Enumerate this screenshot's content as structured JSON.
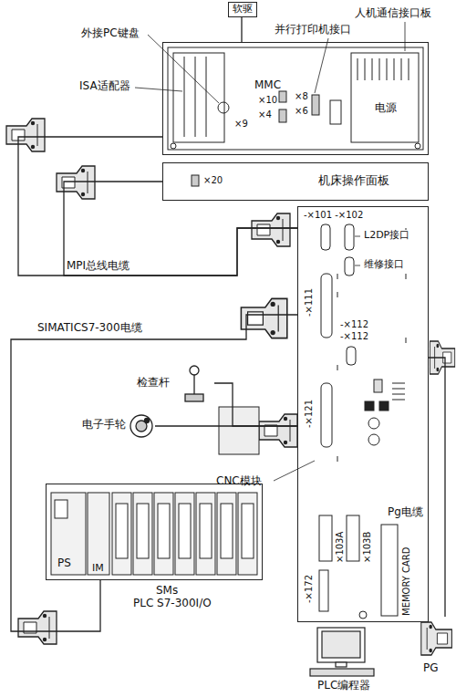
{
  "diagram": {
    "nodes": [
      {
        "text": [
          "软驱"
        ]
      },
      {
        "text": [
          "MMC"
        ]
      },
      {
        "text": [
          "机床操作面板"
        ]
      },
      {
        "text": [
          "CNC模块"
        ]
      },
      {
        "text": [
          "PS",
          "IM",
          "SMs",
          "PLC S7-300I/O"
        ]
      },
      {
        "text": [
          "检查杆"
        ]
      },
      {
        "text": [
          "电子手轮"
        ]
      },
      {
        "text": [
          "PLC编程器"
        ]
      },
      {
        "text": [
          "PG"
        ]
      }
    ],
    "edges": [
      {
        "from": 0,
        "to": 1,
        "arrow": "none"
      },
      {
        "from": 1,
        "to": 3,
        "label": "MPI总线电缆",
        "arrow": "none"
      },
      {
        "from": 2,
        "to": 3,
        "arrow": "none"
      },
      {
        "from": 3,
        "to": 4,
        "label": "SIMATICS7-300电缆",
        "arrow": "none"
      },
      {
        "from": 5,
        "to": 3,
        "arrow": "none"
      },
      {
        "from": 6,
        "to": 3,
        "arrow": "none"
      },
      {
        "from": 3,
        "to": 8,
        "label": "Pg电缆",
        "arrow": "none"
      }
    ],
    "labels": [
      "外接PC键盘",
      "人机通信接口板",
      "并行打印机接口",
      "ISA适配器",
      "电源",
      "×10",
      "×8",
      "×6",
      "×4",
      "×9",
      "×20",
      "-×101 -×102",
      "L2DP接口",
      "维修接口",
      "-×111",
      "-×112",
      "-×112",
      "-×121",
      "×103A",
      "×103B",
      "-×172",
      "MEMORY CARD"
    ]
  }
}
